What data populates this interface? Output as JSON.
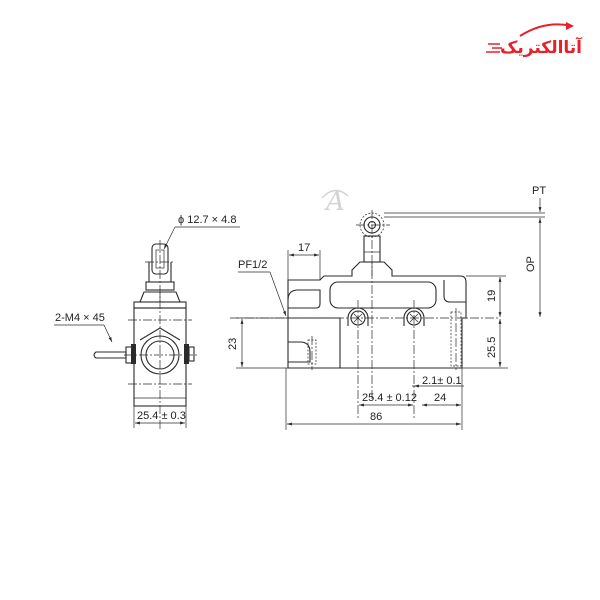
{
  "logo": {
    "text": "آتاالکتریک",
    "color": "#e8202a"
  },
  "watermark": {
    "glyph": "A",
    "color": "#c9c9c9"
  },
  "front_view": {
    "labels": {
      "roller": "ϕ 12.7 × 4.8",
      "screws": "2-M4 × 45",
      "width": "25.4 ± 0.3"
    }
  },
  "side_view": {
    "labels": {
      "port": "PF1/2",
      "top_offset": "17",
      "height_left": "23",
      "pt": "PT",
      "op": "OP",
      "upper_height": "19",
      "lower_height": "25.5",
      "hole_dia": "2.1± 0.1",
      "hole_pitch": "25.4 ± 0.12",
      "right_offset": "24",
      "length": "86"
    }
  },
  "line_color": "#2b2b2b"
}
